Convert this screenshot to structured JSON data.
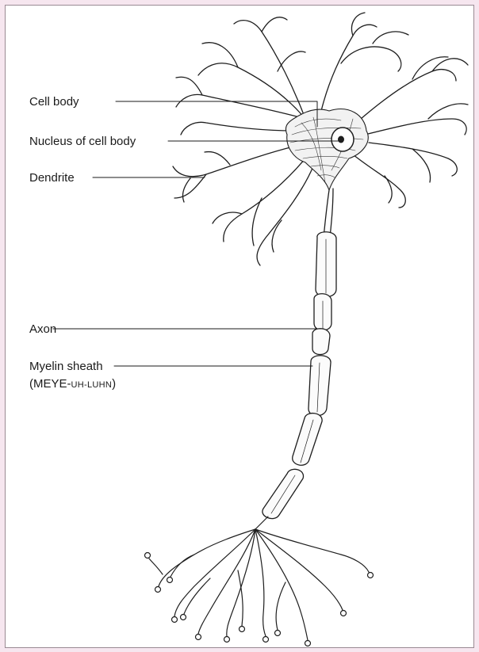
{
  "diagram": {
    "labels": {
      "cell_body": "Cell body",
      "nucleus": "Nucleus of cell body",
      "dendrite": "Dendrite",
      "axon": "Axon",
      "myelin_sheath": "Myelin sheath",
      "pronunciation_open": "(MEYE-",
      "pronunciation_small": "UH-LUHN",
      "pronunciation_close": ")"
    }
  },
  "colors": {
    "background": "#f6e6ef",
    "panel": "#ffffff",
    "ink": "#1a1a1a"
  }
}
